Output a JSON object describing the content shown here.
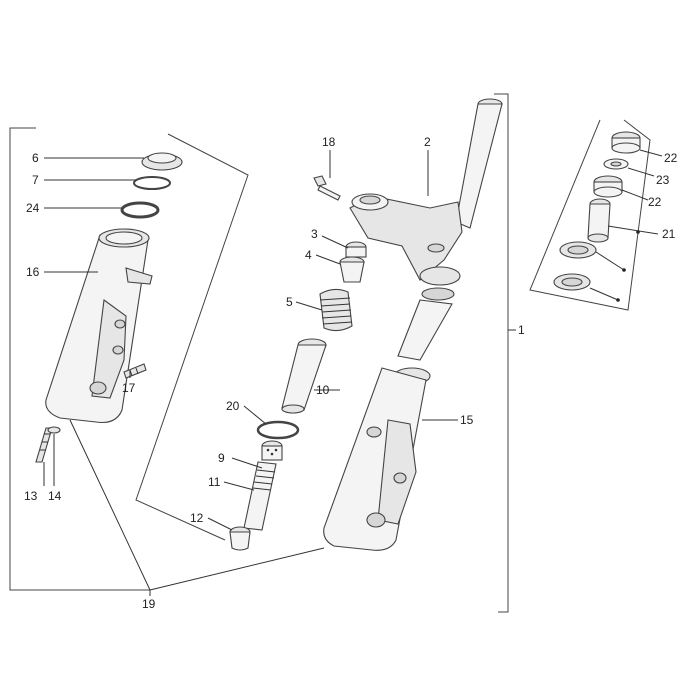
{
  "callouts": {
    "c1": "1",
    "c2": "2",
    "c3": "3",
    "c4": "4",
    "c5": "5",
    "c6": "6",
    "c7": "7",
    "c9": "9",
    "c10": "10",
    "c11": "11",
    "c12": "12",
    "c13": "13",
    "c14": "14",
    "c15": "15",
    "c16": "16",
    "c17": "17",
    "c18": "18",
    "c19": "19",
    "c20": "20",
    "c21": "21",
    "c22a": "22",
    "c22b": "22",
    "c23": "23",
    "c24": "24"
  }
}
